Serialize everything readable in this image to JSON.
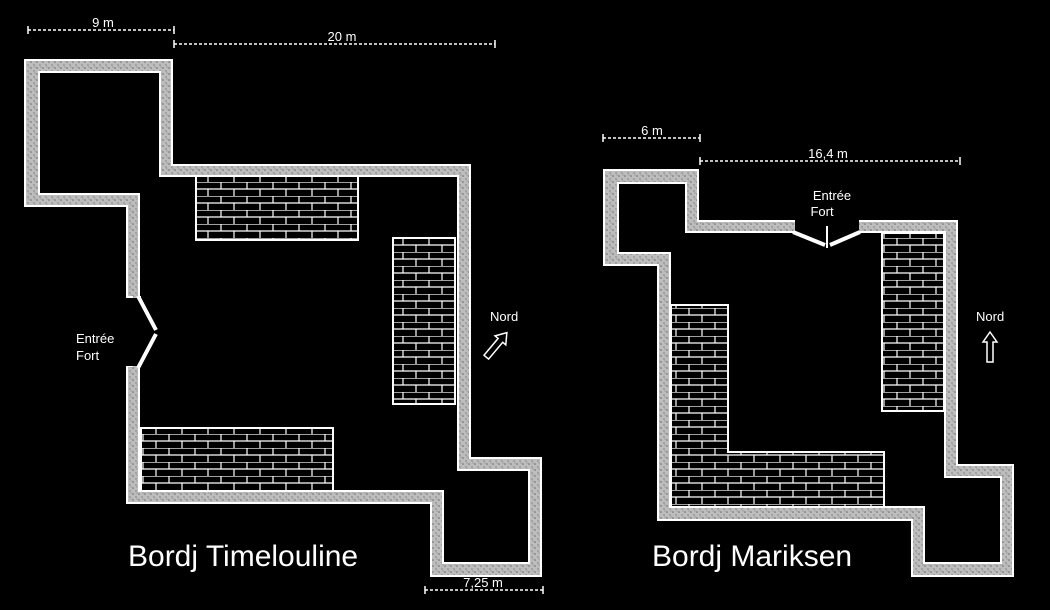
{
  "forts": [
    {
      "name": "Bordj Timelouline",
      "dimensions": [
        "9 m",
        "20 m",
        "7,25 m"
      ],
      "entrance": [
        "Entrée",
        "Fort"
      ],
      "north": "Nord"
    },
    {
      "name": "Bordj Mariksen",
      "dimensions": [
        "6 m",
        "16,4 m"
      ],
      "entrance": [
        "Entrée",
        "Fort"
      ],
      "north": "Nord"
    }
  ],
  "colors": {
    "background": "#000000",
    "lines": "#ffffff",
    "wall_fill": "#cfcfcf"
  }
}
